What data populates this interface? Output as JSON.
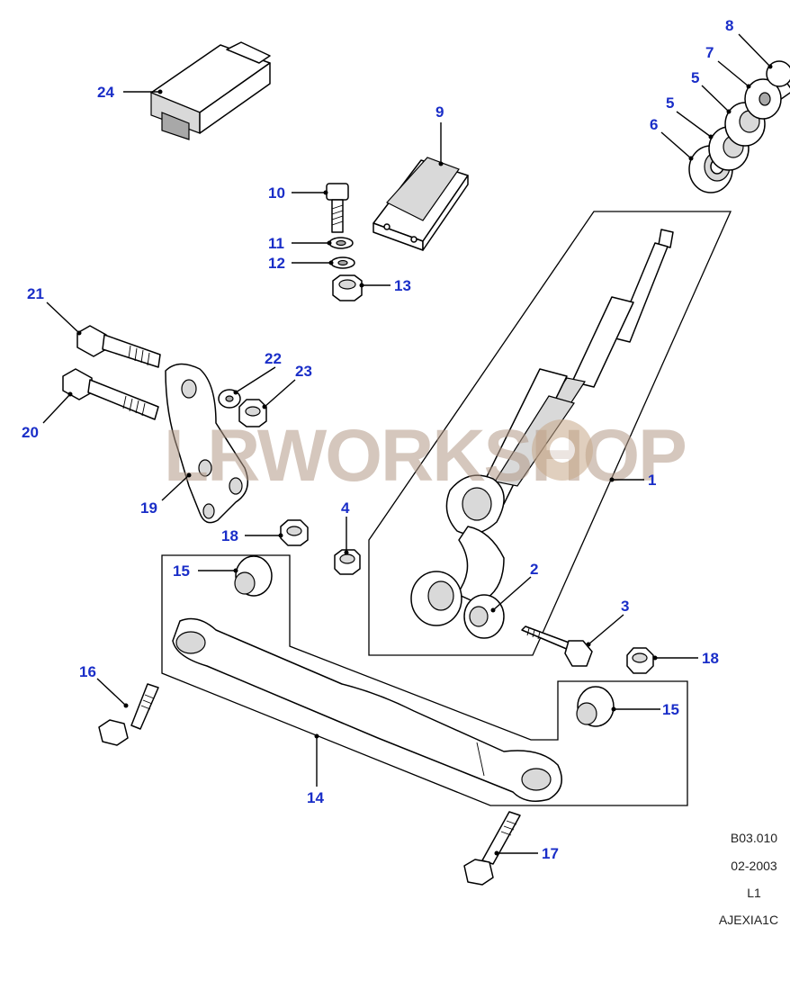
{
  "watermark": {
    "text": "LRWORKSHOP"
  },
  "callouts": {
    "c1": "1",
    "c2": "2",
    "c3": "3",
    "c4": "4",
    "c5a": "5",
    "c5b": "5",
    "c6": "6",
    "c7": "7",
    "c8": "8",
    "c9": "9",
    "c10": "10",
    "c11": "11",
    "c12": "12",
    "c13": "13",
    "c14": "14",
    "c15a": "15",
    "c15b": "15",
    "c16": "16",
    "c17": "17",
    "c18a": "18",
    "c18b": "18",
    "c19": "19",
    "c20": "20",
    "c21": "21",
    "c22": "22",
    "c23": "23",
    "c24": "24"
  },
  "meta": {
    "ref": "B03.010",
    "date": "02-2003",
    "level": "L1",
    "code": "AJEXIA1C"
  },
  "colors": {
    "callout": "#1a2ec8",
    "watermark": "#b39a88"
  }
}
